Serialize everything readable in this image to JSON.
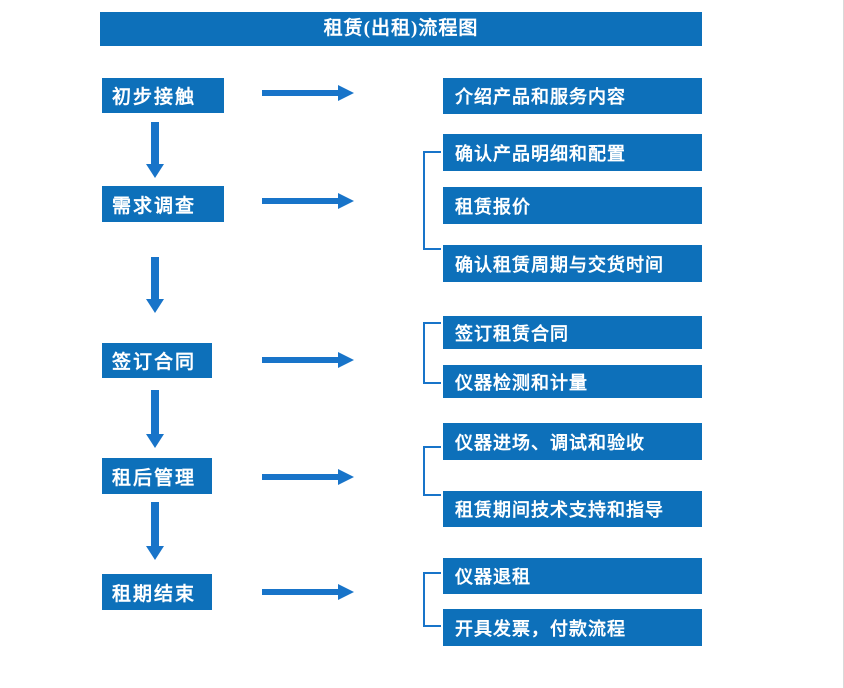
{
  "title": "租赁(出租)流程图",
  "colors": {
    "box_fill": "#0d70ba",
    "arrow": "#1874c9",
    "text": "#ffffff",
    "background": "#ffffff"
  },
  "stages": [
    {
      "label": "初步接触",
      "outputs": [
        "介绍产品和服务内容"
      ]
    },
    {
      "label": "需求调查",
      "outputs": [
        "确认产品明细和配置",
        "租赁报价",
        "确认租赁周期与交货时间"
      ]
    },
    {
      "label": "签订合同",
      "outputs": [
        "签订租赁合同",
        "仪器检测和计量"
      ]
    },
    {
      "label": "租后管理",
      "outputs": [
        "仪器进场、调试和验收",
        "租赁期间技术支持和指导"
      ]
    },
    {
      "label": "租期结束",
      "outputs": [
        "仪器退租",
        "开具发票，付款流程"
      ]
    }
  ]
}
